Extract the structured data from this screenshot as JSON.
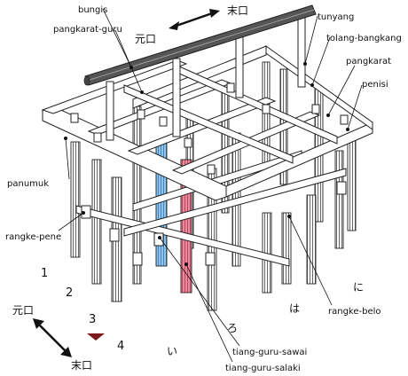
{
  "labels": {
    "bungis": "bungis",
    "pangkarat_guru": "pangkarat-guru",
    "tunyang": "tunyang",
    "tolang_bangkang": "tolang-bangkang",
    "pangkarat": "pangkarat",
    "penisi": "penisi",
    "panumuk": "panumuk",
    "rangke_pene": "rangke-pene",
    "rangke_belo": "rangke-belo",
    "tiang_guru_sawai": "tiang-guru-sawai",
    "tiang_guru_salaki": "tiang-guru-salaki"
  },
  "orientation": {
    "top_front": "元口",
    "top_back": "末口",
    "bottom_front": "元口",
    "bottom_back": "末口"
  },
  "rows": {
    "r1": "1",
    "r2": "2",
    "r3": "3",
    "r4": "4"
  },
  "cols": {
    "c1": "い",
    "c2": "ろ",
    "c3": "は",
    "c4": "に"
  },
  "colors": {
    "tiang_guru_sawai": "#8fc3ea",
    "tiang_guru_salaki": "#e88a9c",
    "marker": "#7a1a1a",
    "bungis": "#555555"
  }
}
